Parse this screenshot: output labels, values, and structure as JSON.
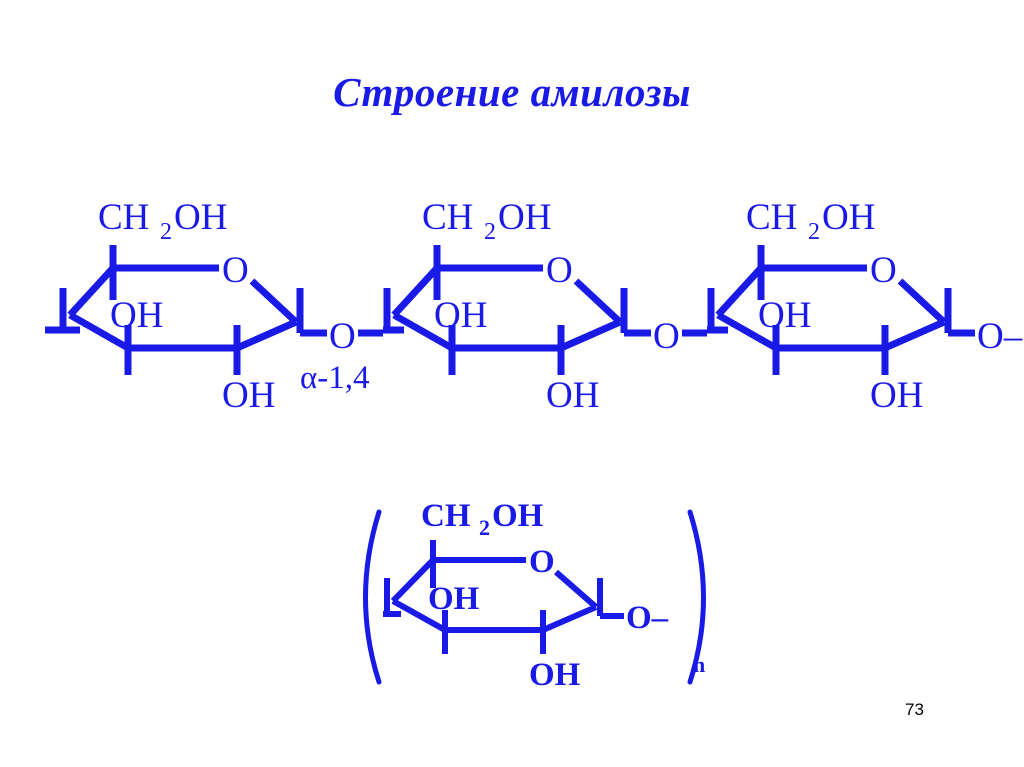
{
  "slide": {
    "title": "Строение амилозы",
    "page_number": "73",
    "colors": {
      "structure_blue": "#1A1AE6",
      "title_blue": "#1A1AE6",
      "background": "#FFFFFF",
      "page_number": "#000000"
    }
  },
  "chain": {
    "description": "Три остатка альфа-D-глюкопиранозы, соединённые альфа-1,4-гликозидными связями",
    "linkage_label": "α-1,4",
    "glycosidic_oxygen": "O",
    "terminal_label": "O–",
    "units": [
      {
        "id": "unit-1",
        "ch2oh": "CH",
        "ch2oh_sub": "2",
        "ch2oh_tail": "OH",
        "oh_ring": "OH",
        "oh_bottom": "OH",
        "ring_oxygen": "O"
      },
      {
        "id": "unit-2",
        "ch2oh": "CH",
        "ch2oh_sub": "2",
        "ch2oh_tail": "OH",
        "oh_ring": "OH",
        "oh_bottom": "OH",
        "ring_oxygen": "O"
      },
      {
        "id": "unit-3",
        "ch2oh": "CH",
        "ch2oh_sub": "2",
        "ch2oh_tail": "OH",
        "oh_ring": "OH",
        "oh_bottom": "OH",
        "ring_oxygen": "O"
      }
    ]
  },
  "repeat_unit": {
    "description": "Элементарное звено амилозы в скобках с индексом n",
    "open_paren": "(",
    "close_paren": ")",
    "subscript_n": "n",
    "ch2oh": "CH",
    "ch2oh_sub": "2",
    "ch2oh_tail": "OH",
    "oh_ring": "OH",
    "oh_bottom": "OH",
    "ring_oxygen": "O",
    "terminal_label": "O–"
  }
}
